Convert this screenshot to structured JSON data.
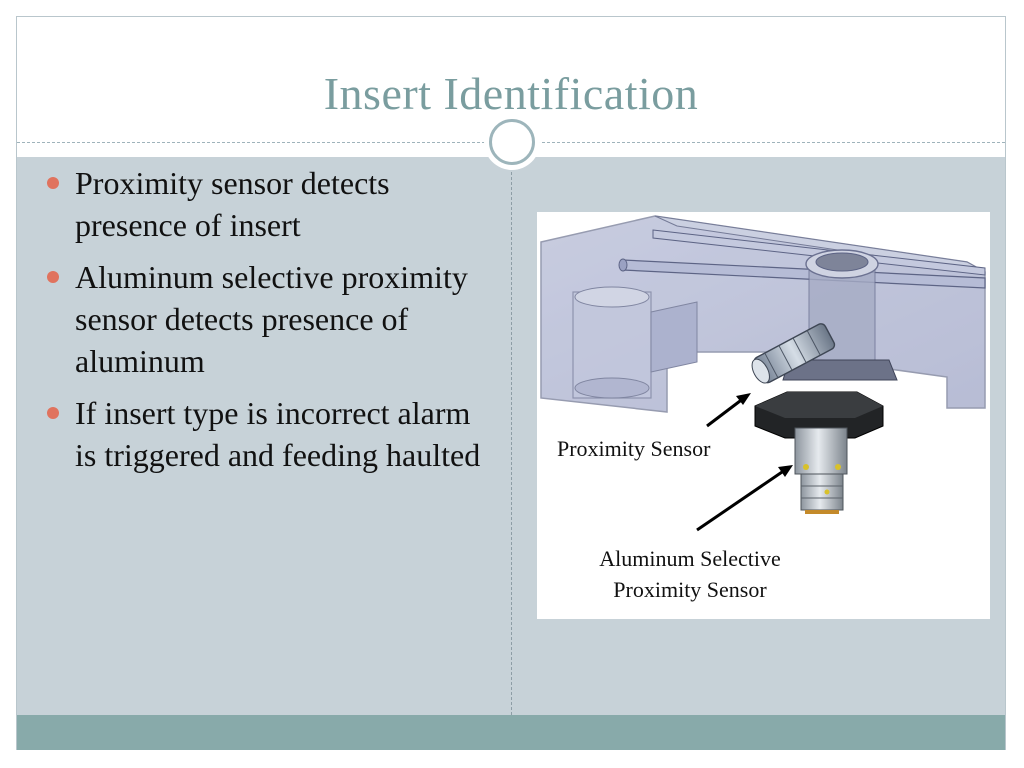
{
  "slide": {
    "title": "Insert Identification",
    "bullets": [
      "Proximity sensor detects presence of insert",
      "Aluminum selective proximity sensor detects presence of aluminum",
      "If insert type is incorrect alarm is triggered and feeding haulted"
    ]
  },
  "figure": {
    "label_proximity_sensor": "Proximity Sensor",
    "label_aluminum_line1": "Aluminum Selective",
    "label_aluminum_line2": "Proximity Sensor"
  },
  "colors": {
    "title": "#7a9d9f",
    "content_background": "#c7d2d8",
    "footer": "#88aaaa",
    "bullet_accent": "#e0735e"
  }
}
